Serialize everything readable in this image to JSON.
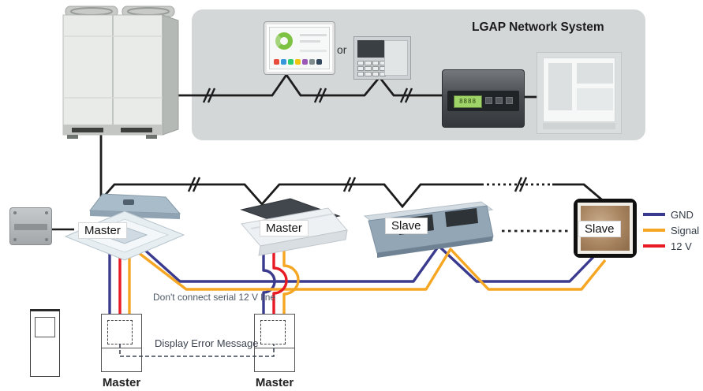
{
  "lgap_panel": {
    "title": "LGAP Network System",
    "or_label": "or"
  },
  "unit_labels": {
    "cassette": "Master",
    "ceiling": "Master",
    "duct": "Slave",
    "framed": "Slave"
  },
  "remotes": {
    "left_label": "Master",
    "right_label": "Master"
  },
  "notes": {
    "serial": "Don't connect serial 12 V line",
    "error": "Display Error Message"
  },
  "legend": {
    "items": [
      {
        "label": "GND",
        "color": "#3a3a8e"
      },
      {
        "label": "Signal",
        "color": "#f5a623"
      },
      {
        "label": "12 V",
        "color": "#e81a23"
      }
    ]
  },
  "icons": {
    "bus_break": "double-slash-break-icon",
    "wire_hop": "wire-hop-arc"
  }
}
